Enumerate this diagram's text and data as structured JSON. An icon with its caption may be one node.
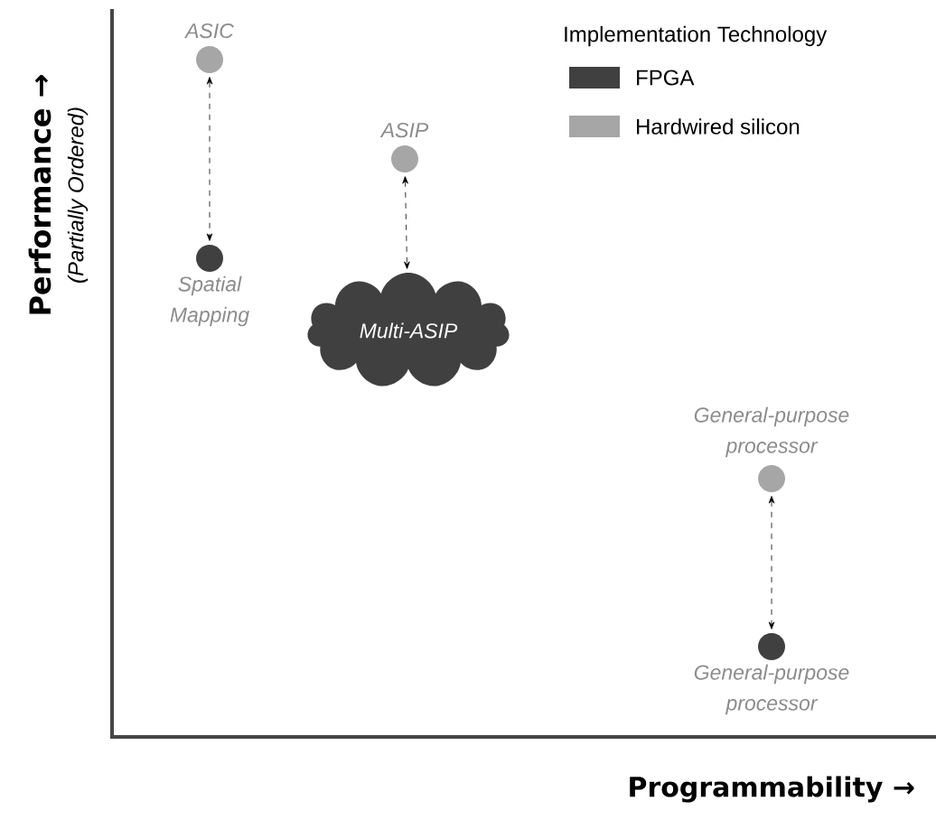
{
  "diagram": {
    "nodes": [
      {
        "text": [
          "ASIC"
        ]
      },
      {
        "text": [
          "Spatial Mapping"
        ]
      },
      {
        "text": [
          "ASIP"
        ]
      },
      {
        "text": [
          "Multi-ASIP"
        ]
      },
      {
        "text": [
          "General-purpose processor"
        ]
      },
      {
        "text": [
          "General-purpose processor"
        ]
      }
    ],
    "edges": [
      {
        "from": 0,
        "to": 1,
        "arrow": "both",
        "style": "dashed"
      },
      {
        "from": 2,
        "to": 3,
        "arrow": "both",
        "style": "dashed"
      },
      {
        "from": 4,
        "to": 5,
        "arrow": "both",
        "style": "dashed"
      }
    ],
    "labels": [
      "Performance →",
      "(Partially Ordered)",
      "Implementation Technology",
      "Programmability →"
    ],
    "legend": [
      {
        "text": "FPGA",
        "color": "#404040"
      },
      {
        "text": "Hardwired silicon",
        "color": "#a6a6a6"
      }
    ]
  }
}
